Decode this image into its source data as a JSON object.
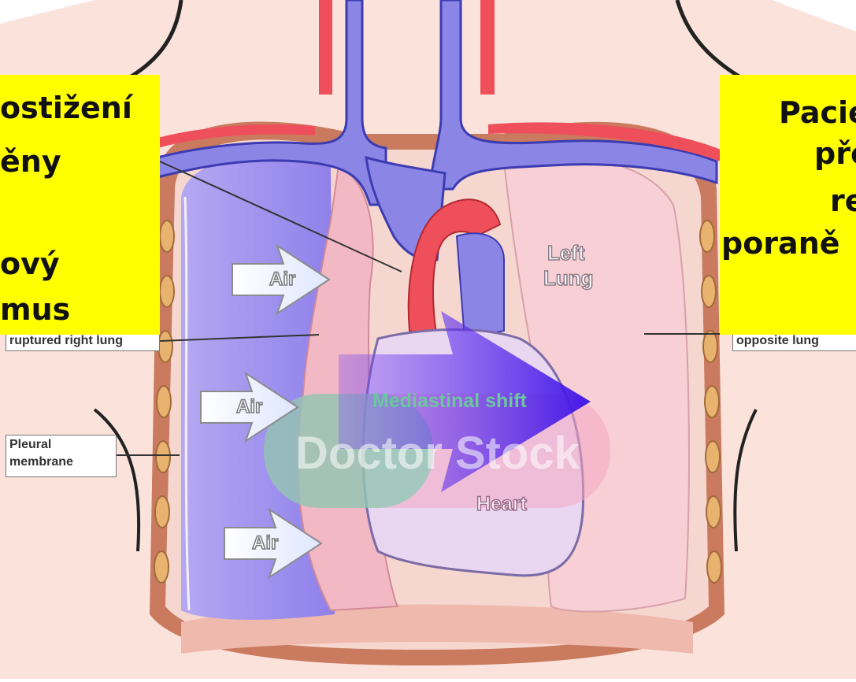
{
  "left_box": {
    "lines": [
      "ostižení",
      "ěny",
      "",
      "ový",
      "mus"
    ]
  },
  "right_box": {
    "lines": [
      "Pacie",
      "pře",
      "re",
      "poraně"
    ]
  },
  "callouts": {
    "ruptured": "ruptured right lung",
    "pleural_1": "Pleural",
    "pleural_2": "membrane",
    "opposite": "opposite lung"
  },
  "labels": {
    "air": "Air",
    "left_lung_1": "Left",
    "left_lung_2": "Lung",
    "mediastinal_shift": "Mediastinal shift",
    "heart": "Heart",
    "watermark": "Doctor Stock"
  },
  "colors": {
    "highlight": "#ffff00",
    "collapsed_lung": "#a99ef0",
    "lung_tissue": "#f4c8cf",
    "vein": "#8b86e6",
    "artery": "#ef4f5a",
    "shift_arrow": "#4b22e0"
  }
}
